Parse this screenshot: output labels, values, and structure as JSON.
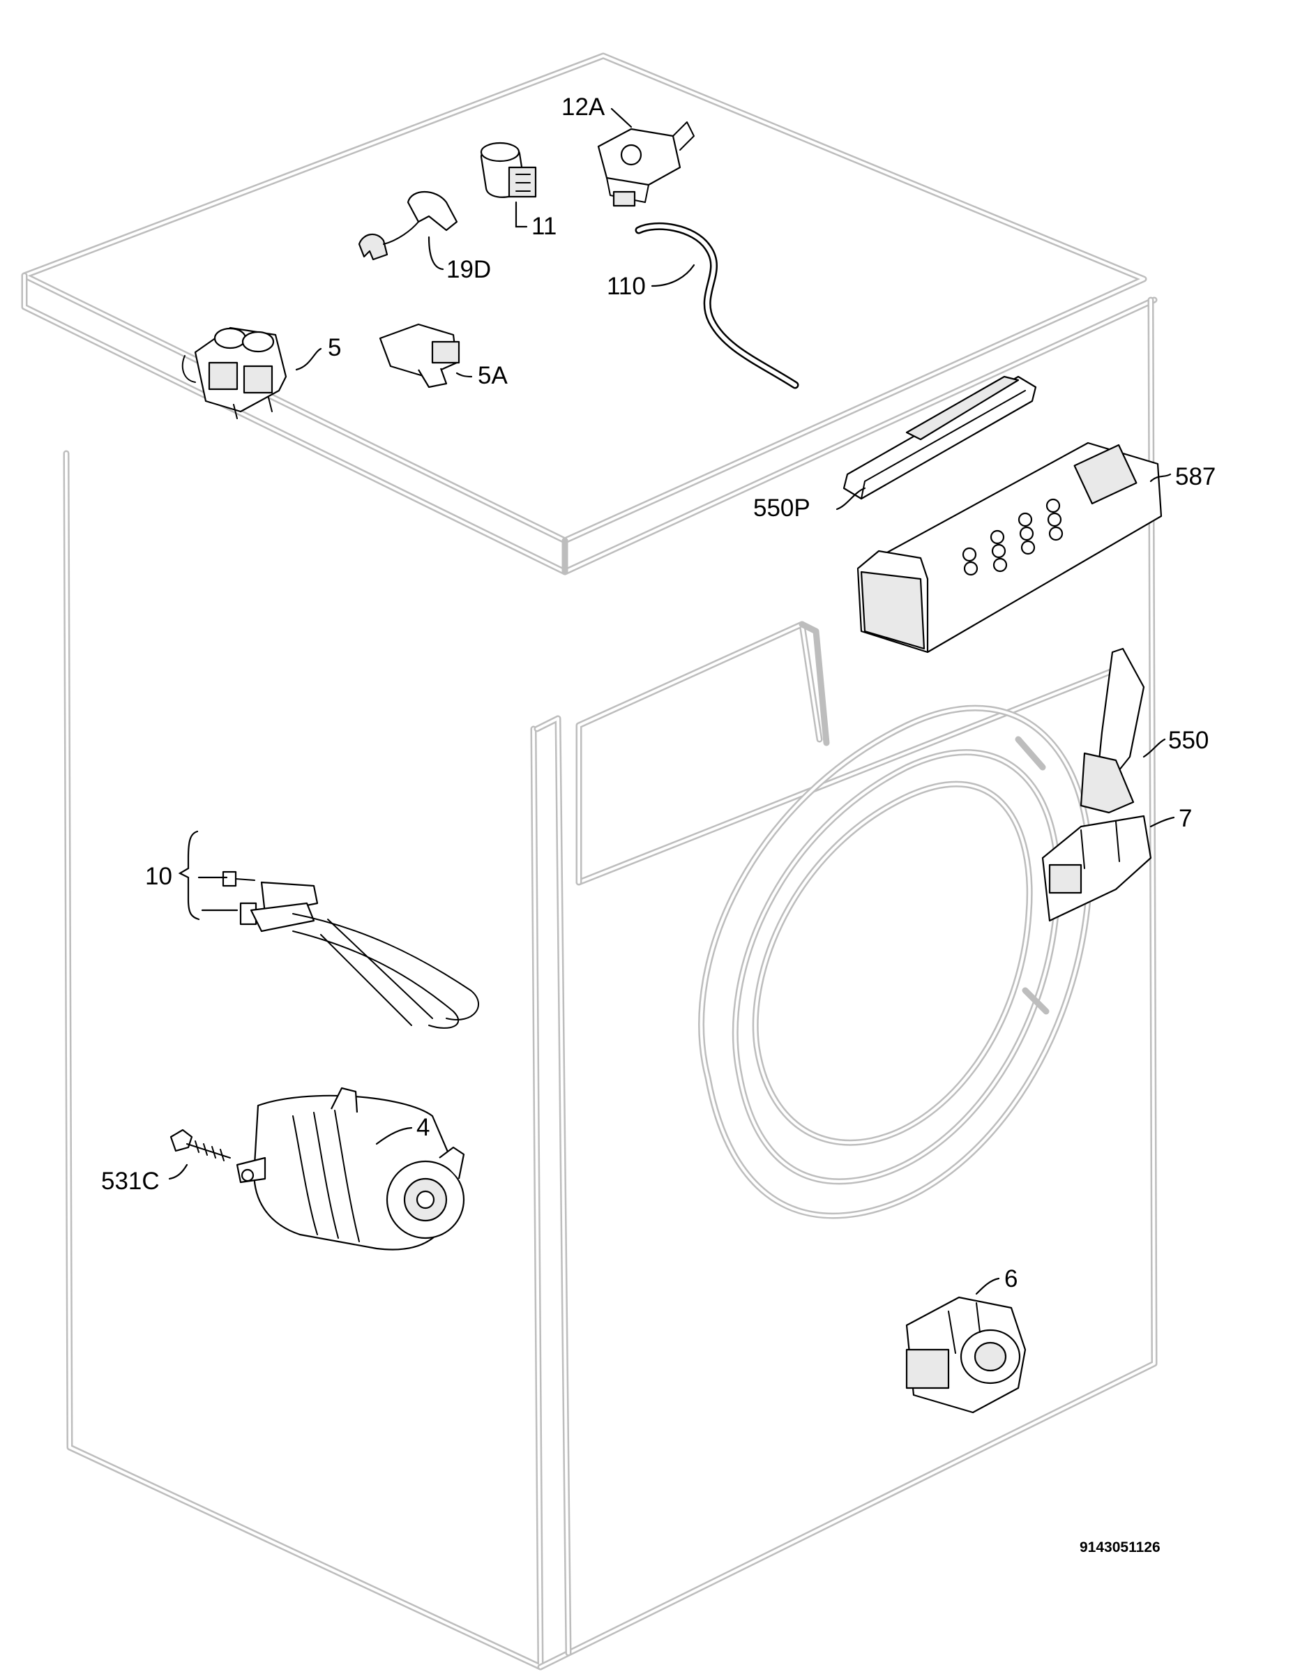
{
  "diagram": {
    "drawing_number": "9143051126",
    "labels": {
      "p12A": "12A",
      "p11": "11",
      "p19D": "19D",
      "p110": "110",
      "p5": "5",
      "p5A": "5A",
      "p550P": "550P",
      "p587": "587",
      "p550": "550",
      "p7": "7",
      "p10": "10",
      "p4": "4",
      "p531C": "531C",
      "p6": "6"
    }
  }
}
